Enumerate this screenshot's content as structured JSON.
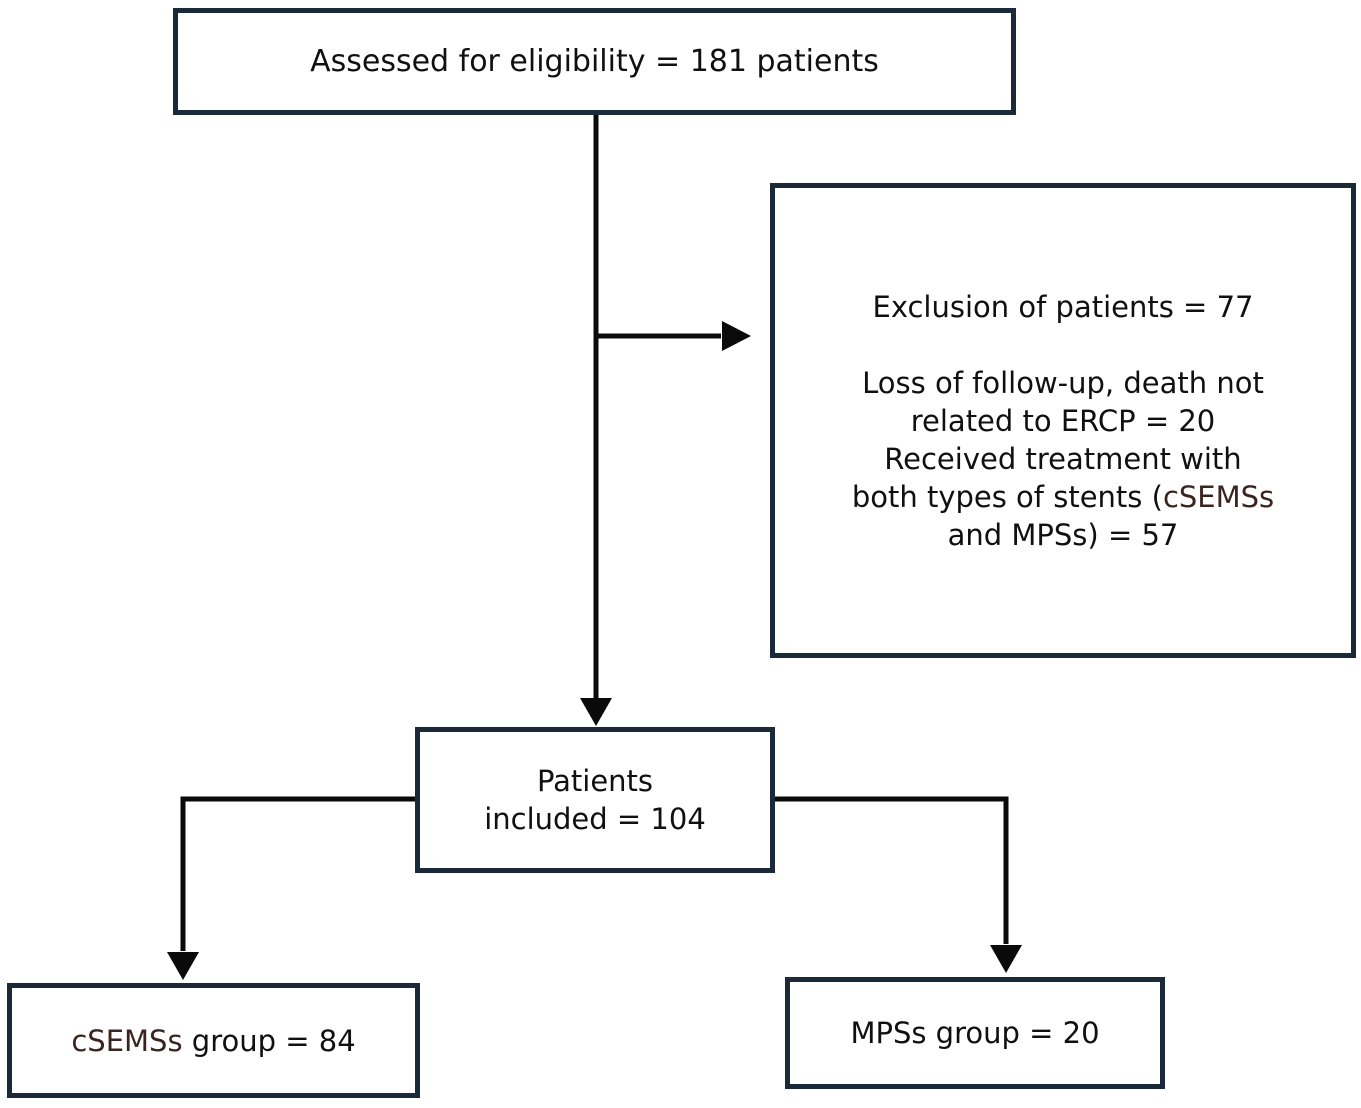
{
  "diagram": {
    "type": "flowchart",
    "colors": {
      "background": "#ffffff",
      "box_border": "#1b2a38",
      "box_fill": "#ffffff",
      "text": "#101010",
      "accent_text": "#3b2420",
      "arrow": "#0a0a0a"
    },
    "nodes": {
      "assessed": {
        "text": "Assessed for eligibility = 181 patients"
      },
      "exclusion": {
        "heading": "Exclusion of patients = 77",
        "detail_line1": "Loss of follow-up, death not",
        "detail_line2": "related to ERCP = 20",
        "detail_line3": "Received treatment with",
        "stents_prefix": "both types of stents (",
        "stents_accent": "cSEMSs",
        "stents_last_line": "and MPSs) = 57"
      },
      "included": {
        "line1": "Patients",
        "line2": "included = 104"
      },
      "csemss_group": {
        "accent": "cSEMSs",
        "rest": " group = 84"
      },
      "mpss_group": {
        "text": "MPSs group = 20"
      }
    }
  }
}
